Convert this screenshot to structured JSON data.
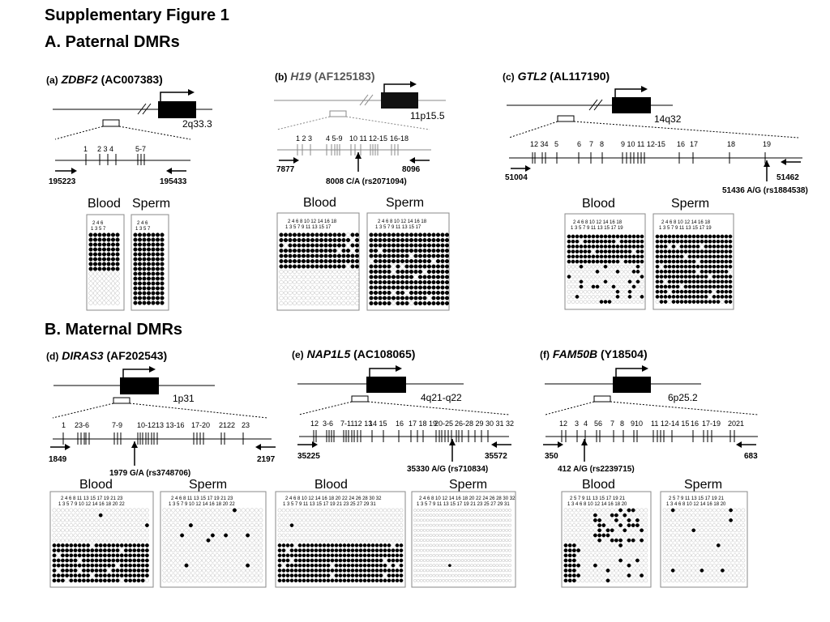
{
  "figure_title": "Supplementary Figure 1",
  "sections": {
    "paternal": "A. Paternal DMRs",
    "maternal": "B. Maternal DMRs"
  },
  "labels": {
    "blood": "Blood",
    "sperm": "Sperm"
  },
  "panels": [
    {
      "label": "(a)",
      "gene": "ZDBF2",
      "accession": "(AC007383)",
      "locus": "2q33.3",
      "cpg_labels": [
        "1",
        "2 3 4",
        "5-7"
      ],
      "start": "195223",
      "end": "195433",
      "snp": ""
    },
    {
      "label": "(b)",
      "gene": "H19",
      "accession": "(AF125183)",
      "locus": "11p15.5",
      "cpg_labels": [
        "1 2 3",
        "4 5-9",
        "10 11",
        "12-15",
        "16-18"
      ],
      "start": "7877",
      "end": "8096",
      "snp": "8008 C/A (rs2071094)"
    },
    {
      "label": "(c)",
      "gene": "GTL2",
      "accession": "(AL117190)",
      "locus": "14q32",
      "cpg_labels": [
        "12 34",
        "5",
        "6",
        "7",
        "8",
        "9 10 11 12-15",
        "16",
        "17",
        "18",
        "19"
      ],
      "start": "51004",
      "end": "51462",
      "snp": "51436 A/G (rs1884538)"
    },
    {
      "label": "(d)",
      "gene": "DIRAS3",
      "accession": "(AF202543)",
      "locus": "1p31",
      "cpg_labels": [
        "1",
        "23-6",
        "7-9",
        "10-1213 13-16",
        "17-20",
        "2122",
        "23"
      ],
      "start": "1849",
      "end": "2197",
      "snp": "1979 G/A (rs3748706)"
    },
    {
      "label": "(e)",
      "gene": "NAP1L5",
      "accession": "(AC108065)",
      "locus": "4q21-q22",
      "cpg_labels": [
        "12",
        "3-6",
        "7-1112 13",
        "14 15",
        "16",
        "17 18 19",
        "20-25",
        "26-28 29 30 31 32"
      ],
      "start": "35225",
      "end": "35572",
      "snp": "35330 A/G (rs710834)"
    },
    {
      "label": "(f)",
      "gene": "FAM50B",
      "accession": "(Y18504)",
      "locus": "6p25.2",
      "cpg_labels": [
        "12",
        "3",
        "4",
        "56",
        "7",
        "8",
        "910",
        "11 12-14 15",
        "16",
        "17-19",
        "2021"
      ],
      "start": "350",
      "end": "683",
      "snp": "412 A/G (rs2239715)"
    }
  ]
}
